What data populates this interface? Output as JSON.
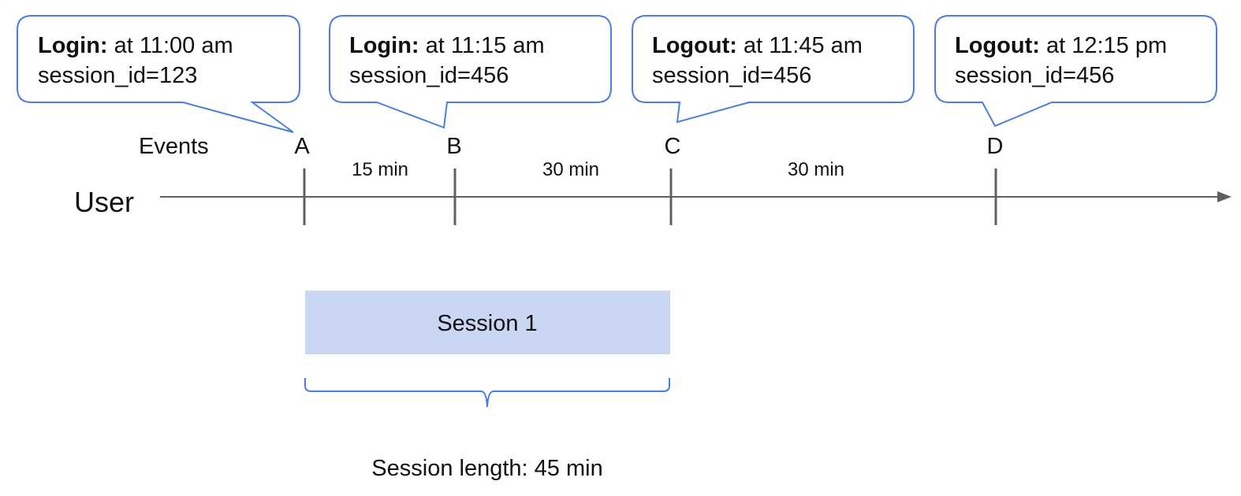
{
  "colors": {
    "callout_border": "#4a7fdc",
    "timeline": "#5f5f5f",
    "session_fill": "#c9d7f3",
    "brace": "#4a7fdc",
    "text": "#111111"
  },
  "row_label": "User",
  "events_label": "Events",
  "callouts": [
    {
      "bold": "Login:",
      "rest": " at 11:00 am",
      "line2": "session_id=123"
    },
    {
      "bold": "Login:",
      "rest": " at 11:15 am",
      "line2": "session_id=456"
    },
    {
      "bold": "Logout:",
      "rest": " at 11:45 am",
      "line2": "session_id=456"
    },
    {
      "bold": "Logout:",
      "rest": " at 12:15 pm",
      "line2": "session_id=456"
    }
  ],
  "markers": [
    "A",
    "B",
    "C",
    "D"
  ],
  "gaps": [
    "15 min",
    "30 min",
    "30 min"
  ],
  "session": {
    "label": "Session 1"
  },
  "session_length": "Session length: 45 min"
}
